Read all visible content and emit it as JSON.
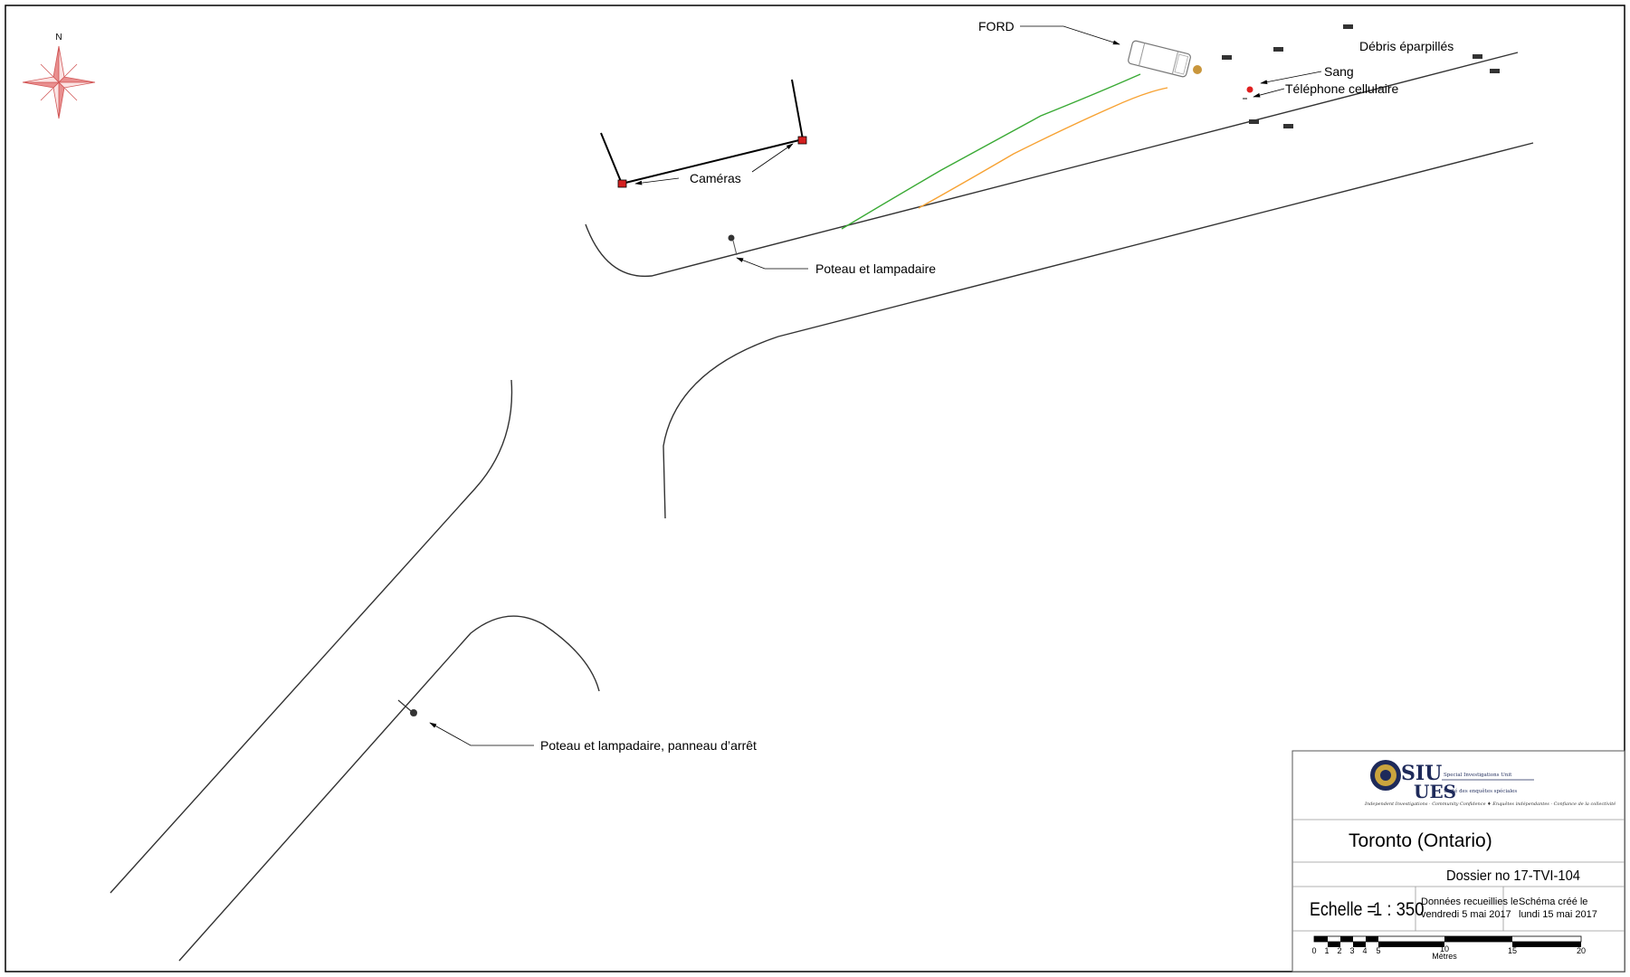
{
  "compass": {
    "north_label": "N"
  },
  "labels": {
    "ford": "FORD",
    "debris": "Débris éparpillés",
    "blood": "Sang",
    "phone": "Téléphone cellulaire",
    "cameras": "Caméras",
    "pole_top": "Poteau et lampadaire",
    "pole_bottom": "Poteau et lampadaire, panneau d’arrêt"
  },
  "title_block": {
    "logo": {
      "siu": "SIU",
      "ues": "UES",
      "siu_sub": "Special Investigations Unit",
      "ues_sub": "Unité des enquêtes spéciales",
      "tagline": "Independent Investigations · Community Confidence ♦ Enquêtes indépendantes · Confiance de la collectivité"
    },
    "place": "Toronto (Ontario)",
    "file_number": "Dossier no 17-TVI-104",
    "scale_label": "Echelle =",
    "scale_value": "1 : 350",
    "data_collected_line1": "Données recueillies le",
    "data_collected_line2": "vendredi 5 mai 2017",
    "schema_created_line1": "Schéma créé le",
    "schema_created_line2": "lundi 15 mai 2017",
    "scale_bar": {
      "ticks": [
        "0",
        "1",
        "2",
        "3",
        "4",
        "5",
        "10",
        "15",
        "20"
      ],
      "unit": "Mètres"
    }
  },
  "colors": {
    "road": "#333333",
    "green_track": "#3aaa35",
    "orange_track": "#f7a233",
    "camera": "#d42020",
    "blood": "#c9963c",
    "phone": "#e02020",
    "debris": "#333333",
    "compass": "#e07070"
  }
}
